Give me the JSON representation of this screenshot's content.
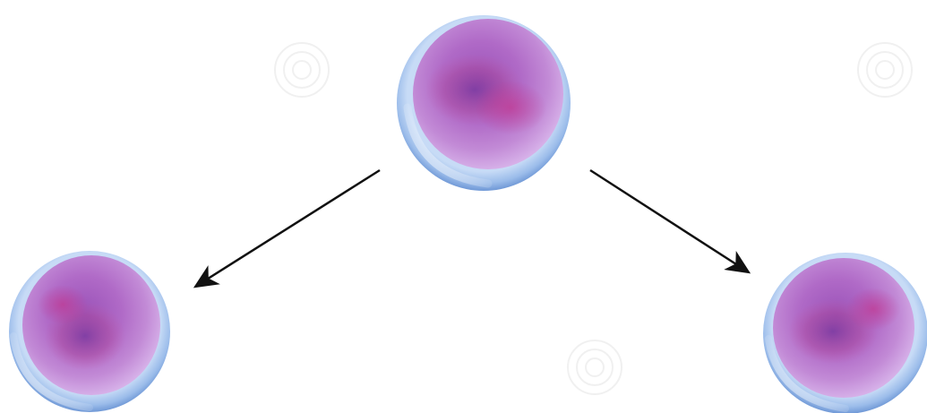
{
  "diagram": {
    "cells": [
      {
        "id": "parent-cell",
        "role": "parent"
      },
      {
        "id": "daughter-cell-left",
        "role": "daughter"
      },
      {
        "id": "daughter-cell-right",
        "role": "daughter"
      }
    ],
    "arrows": [
      {
        "from": "parent-cell",
        "to": "daughter-cell-left"
      },
      {
        "from": "parent-cell",
        "to": "daughter-cell-right"
      }
    ],
    "colors": {
      "background": "#ffffff",
      "membrane": "#8fb4e6",
      "membrane_light": "#cfe0f7",
      "cytoplasm": "#b27fcf",
      "nucleus_dark": "#8a3fa6",
      "nucleus_pink": "#c04a9a",
      "arrow": "#111111",
      "watermark": "#e6e6e6"
    }
  }
}
